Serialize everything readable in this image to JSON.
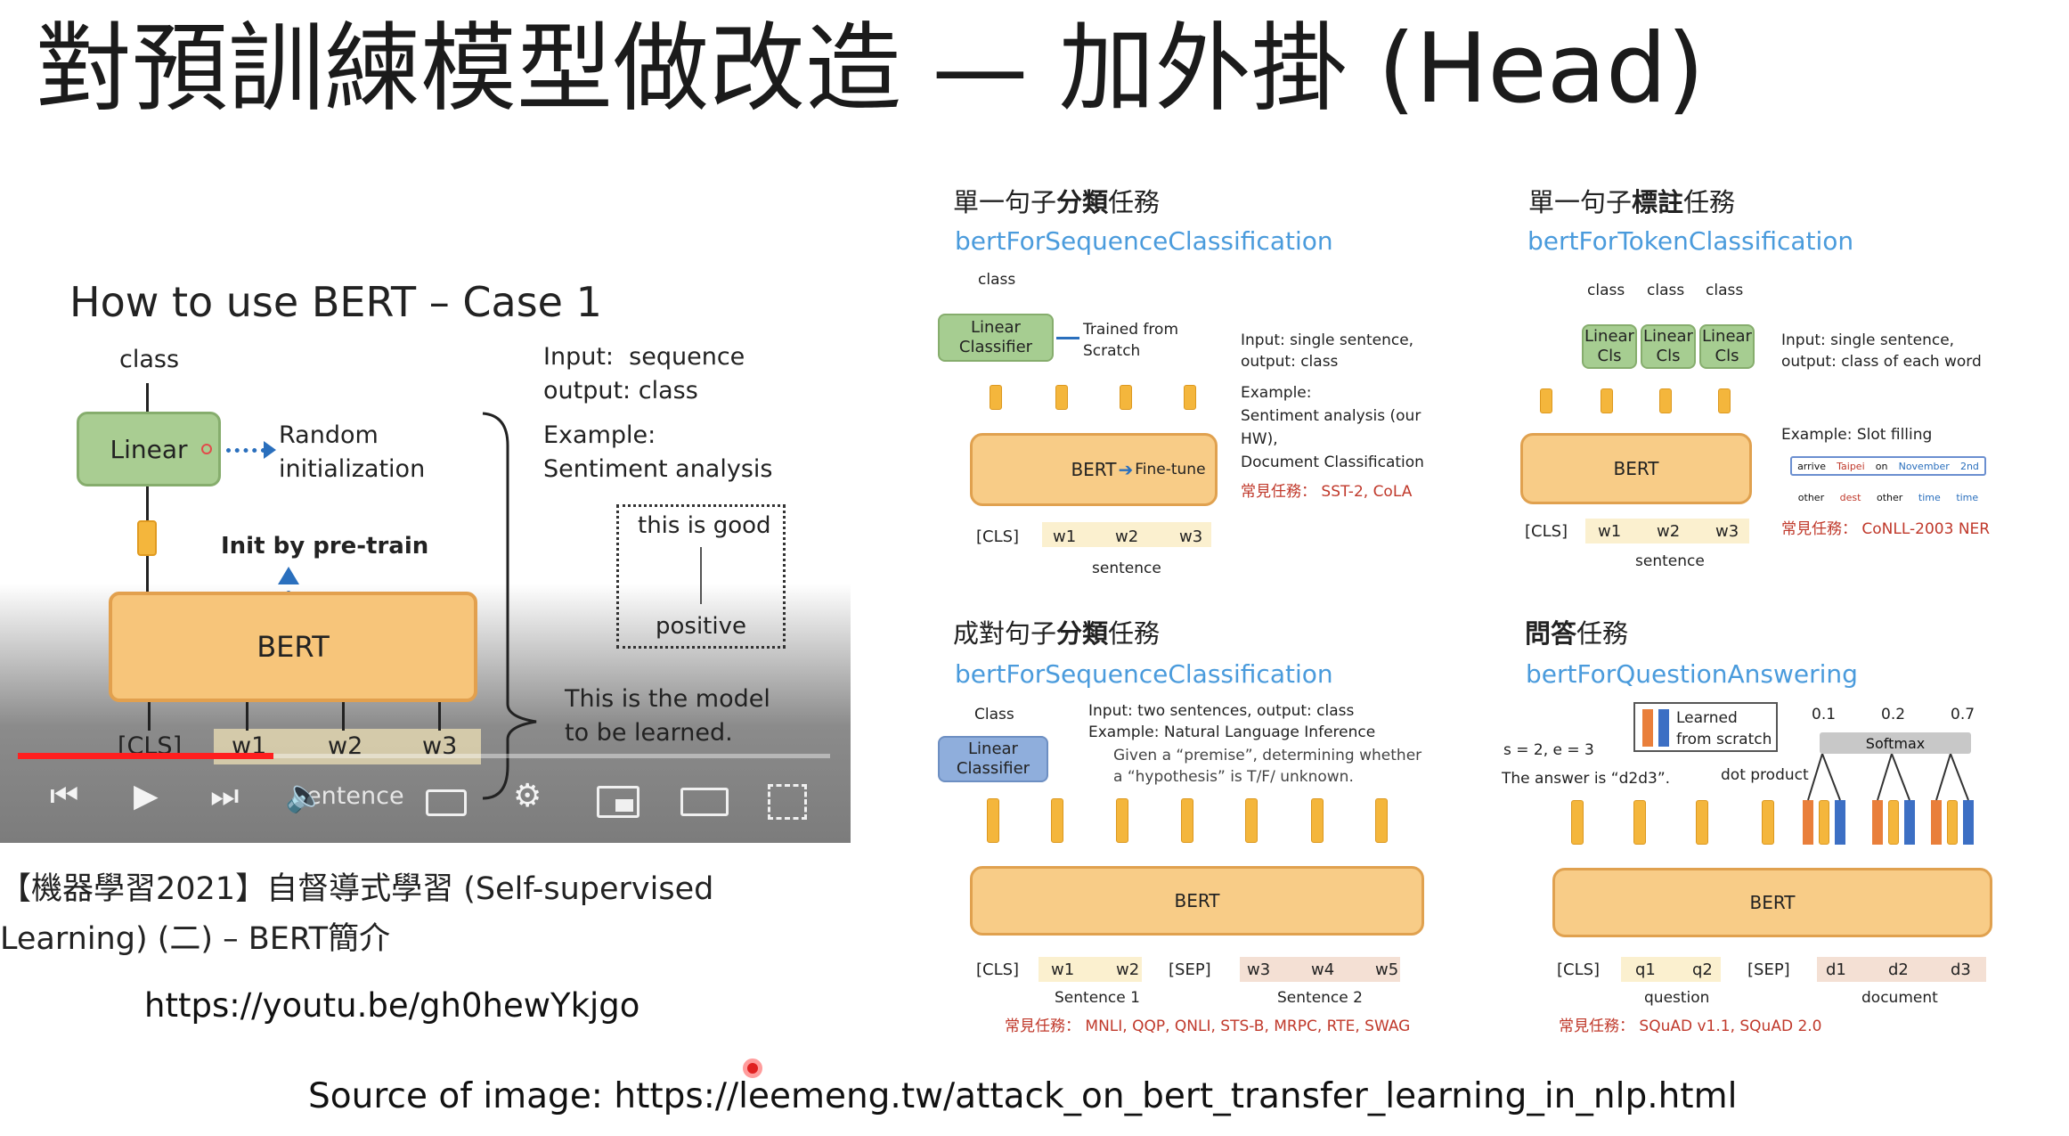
{
  "title": "對預訓練模型做改造 — 加外掛 (Head)",
  "video": {
    "slide_title": "How to use BERT – Case 1",
    "class_label": "class",
    "linear_label": "Linear",
    "random_init": "Random\ninitialization",
    "init_pretrain": "Init by pre-train",
    "bert_label": "BERT",
    "input_text": "Input:  sequence\noutput: class",
    "example_text": "Example:\nSentiment analysis",
    "example_in": "this is good",
    "example_out": "positive",
    "model_note": "This is the model\nto be learned.",
    "tokens": [
      "[CLS]",
      "w1",
      "w2",
      "w3"
    ],
    "sentence": "sentence",
    "progress_fraction": 0.315,
    "controls": [
      "skip-back",
      "play",
      "skip-next",
      "volume",
      "subtitles",
      "settings",
      "miniplayer",
      "theater",
      "fullscreen"
    ]
  },
  "caption": "【機器學習2021】自督導式學習 (Self-supervised Learning) (二) – BERT簡介",
  "video_url": "https://youtu.be/gh0hewYkjgo",
  "source": "Source of image: https://leemeng.tw/attack_on_bert_transfer_learning_in_nlp.html",
  "panels": {
    "seq": {
      "zh_pre": "單一句子",
      "zh_bold": "分類",
      "zh_post": "任務",
      "cls": "bertForSequenceClassification",
      "class": "class",
      "head": "Linear\nClassifier",
      "trained": "Trained from\nScratch",
      "bert": "BERT",
      "finetune": "Fine-tune",
      "tokens": [
        "[CLS]",
        "w1",
        "w2",
        "w3"
      ],
      "sentence": "sentence",
      "io": "Input: single sentence,\noutput: class",
      "example": "Example:\nSentiment analysis (our\nHW),\nDocument Classification",
      "tasks": "常見任務： SST-2, CoLA"
    },
    "token": {
      "zh_pre": "單一句子",
      "zh_bold": "標註",
      "zh_post": "任務",
      "cls": "bertForTokenClassification",
      "class": "class",
      "head": "Linear\nCls",
      "bert": "BERT",
      "tokens": [
        "[CLS]",
        "w1",
        "w2",
        "w3"
      ],
      "sentence": "sentence",
      "io": "Input: single sentence,\noutput: class of each word",
      "example": "Example: Slot filling",
      "slot_words": [
        "arrive",
        "Taipei",
        "on",
        "November",
        "2nd"
      ],
      "slot_tags": [
        "other",
        "dest",
        "other",
        "time",
        "time"
      ],
      "tasks": "常見任務： CoNLL-2003 NER"
    },
    "pair": {
      "zh_pre": "成對句子",
      "zh_bold": "分類",
      "zh_post": "任務",
      "cls": "bertForSequenceClassification",
      "class": "Class",
      "head": "Linear\nClassifier",
      "io": "Input: two sentences, output: class\nExample: Natural Language Inference",
      "desc": "Given a “premise”, determining whether\na “hypothesis” is T/F/ unknown.",
      "bert": "BERT",
      "tokens": [
        "[CLS]",
        "w1",
        "w2",
        "[SEP]",
        "w3",
        "w4",
        "w5"
      ],
      "s1": "Sentence 1",
      "s2": "Sentence 2",
      "tasks": "常見任務： MNLI, QQP, QNLI, STS-B, MRPC, RTE, SWAG"
    },
    "qa": {
      "zh_bold": "問答",
      "zh_post": "任務",
      "cls": "bertForQuestionAnswering",
      "legend": "Learned\nfrom scratch",
      "se": "s = 2, e = 3",
      "answer": "The answer is “d2d3”.",
      "dot": "dot product",
      "softmax": "Softmax",
      "probs": [
        "0.1",
        "0.2",
        "0.7"
      ],
      "bert": "BERT",
      "tokens": [
        "[CLS]",
        "q1",
        "q2",
        "[SEP]",
        "d1",
        "d2",
        "d3"
      ],
      "question": "question",
      "document": "document",
      "tasks": "常見任務： SQuAD v1.1, SQuAD 2.0"
    }
  },
  "colors": {
    "accent_blue": "#4a9bdc",
    "bert_orange": "#f8cc87",
    "head_green": "#a6cd91",
    "progress_red": "#ff1f1f"
  }
}
